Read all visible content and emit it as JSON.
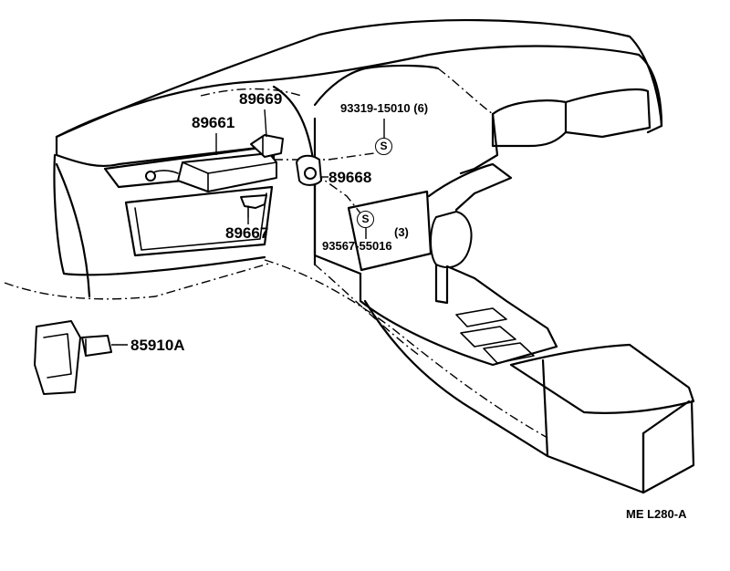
{
  "parts": {
    "p89669": "89669",
    "p89661": "89661",
    "p93319": "93319-15010 (6)",
    "p89668": "89668",
    "p89667": "89667",
    "p93567_qty": "(3)",
    "p93567": "93567-55016",
    "p85910A": "85910A"
  },
  "symbols": {
    "s_mark": "S"
  },
  "footer": {
    "code": "ME   L280-A"
  }
}
